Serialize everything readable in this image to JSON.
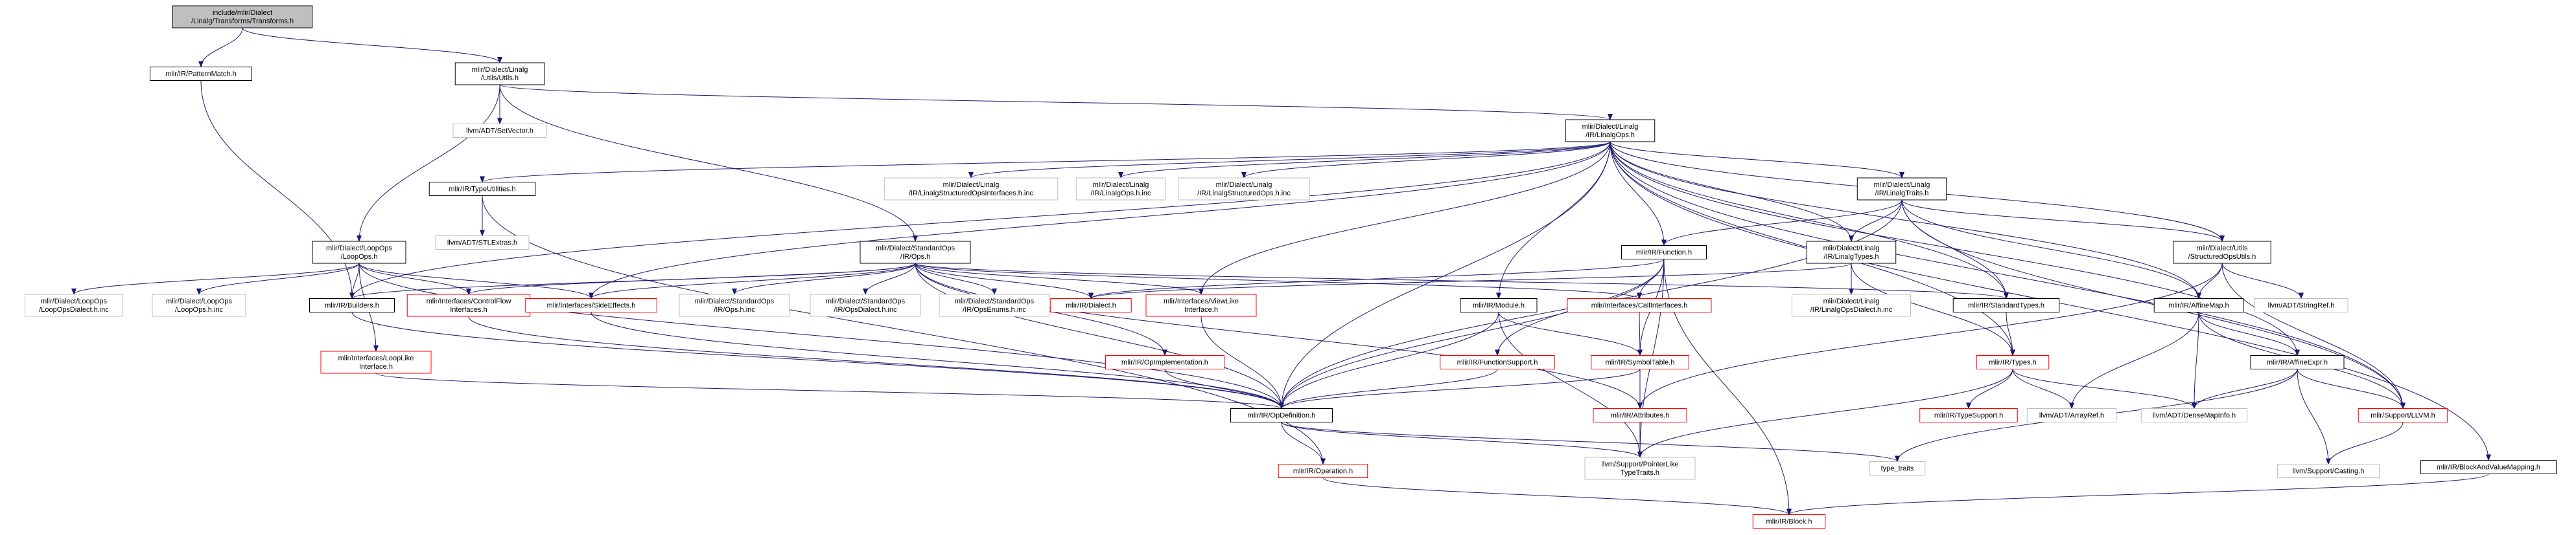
{
  "graph": {
    "colors": {
      "root_fill": "#bfbfbf",
      "node_stroke": "#000000",
      "red_stroke": "#ff0000",
      "gray_stroke": "#bfbfbf",
      "edge": "#191970",
      "text": "#000000"
    },
    "nodes": [
      {
        "id": "transforms",
        "style": "root",
        "lines": [
          "include/mlir/Dialect",
          "/Linalg/Transforms/Transforms.h"
        ]
      },
      {
        "id": "pattern_match",
        "style": "black",
        "lines": [
          "mlir/IR/PatternMatch.h"
        ]
      },
      {
        "id": "linalg_utils",
        "style": "black",
        "lines": [
          "mlir/Dialect/Linalg",
          "/Utils/Utils.h"
        ]
      },
      {
        "id": "setvector",
        "style": "gray",
        "lines": [
          "llvm/ADT/SetVector.h"
        ]
      },
      {
        "id": "linalg_ops",
        "style": "black",
        "lines": [
          "mlir/Dialect/Linalg",
          "/IR/LinalgOps.h"
        ]
      },
      {
        "id": "type_utilities",
        "style": "black",
        "lines": [
          "mlir/IR/TypeUtilities.h"
        ]
      },
      {
        "id": "stl_extras",
        "style": "gray",
        "lines": [
          "llvm/ADT/STLExtras.h"
        ]
      },
      {
        "id": "structured_ops_interfaces_inc",
        "style": "gray",
        "lines": [
          "mlir/Dialect/Linalg",
          "/IR/LinalgStructuredOpsInterfaces.h.inc"
        ]
      },
      {
        "id": "linalg_ops_h_inc",
        "style": "gray",
        "lines": [
          "mlir/Dialect/Linalg",
          "/IR/LinalgOps.h.inc"
        ]
      },
      {
        "id": "structured_ops_h_inc",
        "style": "gray",
        "lines": [
          "mlir/Dialect/Linalg",
          "/IR/LinalgStructuredOps.h.inc"
        ]
      },
      {
        "id": "linalg_traits",
        "style": "black",
        "lines": [
          "mlir/Dialect/Linalg",
          "/IR/LinalgTraits.h"
        ]
      },
      {
        "id": "loop_ops",
        "style": "black",
        "lines": [
          "mlir/Dialect/LoopOps",
          "/LoopOps.h"
        ]
      },
      {
        "id": "std_ops",
        "style": "black",
        "lines": [
          "mlir/Dialect/StandardOps",
          "/IR/Ops.h"
        ]
      },
      {
        "id": "function",
        "style": "black",
        "lines": [
          "mlir/IR/Function.h"
        ]
      },
      {
        "id": "linalg_types",
        "style": "black",
        "lines": [
          "mlir/Dialect/Linalg",
          "/IR/LinalgTypes.h"
        ]
      },
      {
        "id": "structured_ops_utils",
        "style": "black",
        "lines": [
          "mlir/Dialect/Utils",
          "/StructuredOpsUtils.h"
        ]
      },
      {
        "id": "loop_ops_dialect_inc",
        "style": "gray",
        "lines": [
          "mlir/Dialect/LoopOps",
          "/LoopOpsDialect.h.inc"
        ]
      },
      {
        "id": "loop_ops_h_inc",
        "style": "gray",
        "lines": [
          "mlir/Dialect/LoopOps",
          "/LoopOps.h.inc"
        ]
      },
      {
        "id": "builders",
        "style": "black",
        "lines": [
          "mlir/IR/Builders.h"
        ]
      },
      {
        "id": "control_flow_interfaces",
        "style": "red",
        "lines": [
          "mlir/Interfaces/ControlFlow",
          "Interfaces.h"
        ]
      },
      {
        "id": "side_effects",
        "style": "red",
        "lines": [
          "mlir/Interfaces/SideEffects.h"
        ]
      },
      {
        "id": "std_ops_h_inc",
        "style": "gray",
        "lines": [
          "mlir/Dialect/StandardOps",
          "/IR/Ops.h.inc"
        ]
      },
      {
        "id": "std_ops_dialect_inc",
        "style": "gray",
        "lines": [
          "mlir/Dialect/StandardOps",
          "/IR/OpsDialect.h.inc"
        ]
      },
      {
        "id": "std_ops_enums_inc",
        "style": "gray",
        "lines": [
          "mlir/Dialect/StandardOps",
          "/IR/OpsEnums.h.inc"
        ]
      },
      {
        "id": "dialect",
        "style": "red",
        "lines": [
          "mlir/IR/Dialect.h"
        ]
      },
      {
        "id": "view_like_interface",
        "style": "red",
        "lines": [
          "mlir/Interfaces/ViewLike",
          "Interface.h"
        ]
      },
      {
        "id": "module",
        "style": "black",
        "lines": [
          "mlir/IR/Module.h"
        ]
      },
      {
        "id": "call_interfaces",
        "style": "red",
        "lines": [
          "mlir/Interfaces/CallInterfaces.h"
        ]
      },
      {
        "id": "standard_types",
        "style": "black",
        "lines": [
          "mlir/IR/StandardTypes.h"
        ]
      },
      {
        "id": "linalg_ops_dialect_inc",
        "style": "gray",
        "lines": [
          "mlir/Dialect/Linalg",
          "/IR/LinalgOpsDialect.h.inc"
        ]
      },
      {
        "id": "affine_map",
        "style": "black",
        "lines": [
          "mlir/IR/AffineMap.h"
        ]
      },
      {
        "id": "string_ref",
        "style": "gray",
        "lines": [
          "llvm/ADT/StringRef.h"
        ]
      },
      {
        "id": "loop_like_interface",
        "style": "red",
        "lines": [
          "mlir/Interfaces/LoopLike",
          "Interface.h"
        ]
      },
      {
        "id": "op_implementation",
        "style": "red",
        "lines": [
          "mlir/IR/OpImplementation.h"
        ]
      },
      {
        "id": "function_support",
        "style": "red",
        "lines": [
          "mlir/IR/FunctionSupport.h"
        ]
      },
      {
        "id": "symbol_table",
        "style": "red",
        "lines": [
          "mlir/IR/SymbolTable.h"
        ]
      },
      {
        "id": "types",
        "style": "red",
        "lines": [
          "mlir/IR/Types.h"
        ]
      },
      {
        "id": "affine_expr",
        "style": "black",
        "lines": [
          "mlir/IR/AffineExpr.h"
        ]
      },
      {
        "id": "llvm_support",
        "style": "red",
        "lines": [
          "mlir/Support/LLVM.h"
        ]
      },
      {
        "id": "op_definition",
        "style": "black",
        "lines": [
          "mlir/IR/OpDefinition.h"
        ]
      },
      {
        "id": "attributes",
        "style": "red",
        "lines": [
          "mlir/IR/Attributes.h"
        ]
      },
      {
        "id": "type_support",
        "style": "red",
        "lines": [
          "mlir/IR/TypeSupport.h"
        ]
      },
      {
        "id": "array_ref",
        "style": "gray",
        "lines": [
          "llvm/ADT/ArrayRef.h"
        ]
      },
      {
        "id": "dense_map_info",
        "style": "gray",
        "lines": [
          "llvm/ADT/DenseMapInfo.h"
        ]
      },
      {
        "id": "operation",
        "style": "red",
        "lines": [
          "mlir/IR/Operation.h"
        ]
      },
      {
        "id": "pointer_like",
        "style": "gray",
        "lines": [
          "llvm/Support/PointerLike",
          "TypeTraits.h"
        ]
      },
      {
        "id": "type_traits",
        "style": "gray",
        "lines": [
          "type_traits"
        ]
      },
      {
        "id": "casting",
        "style": "gray",
        "lines": [
          "llvm/Support/Casting.h"
        ]
      },
      {
        "id": "block_and_value_mapping",
        "style": "black",
        "lines": [
          "mlir/IR/BlockAndValueMapping.h"
        ]
      },
      {
        "id": "block",
        "style": "red",
        "lines": [
          "mlir/IR/Block.h"
        ]
      }
    ],
    "edges": [
      [
        "transforms",
        "pattern_match"
      ],
      [
        "transforms",
        "linalg_utils"
      ],
      [
        "pattern_match",
        "builders"
      ],
      [
        "linalg_utils",
        "setvector"
      ],
      [
        "linalg_utils",
        "linalg_ops"
      ],
      [
        "linalg_utils",
        "loop_ops"
      ],
      [
        "linalg_utils",
        "std_ops"
      ],
      [
        "linalg_ops",
        "type_utilities"
      ],
      [
        "linalg_ops",
        "structured_ops_interfaces_inc"
      ],
      [
        "linalg_ops",
        "linalg_ops_h_inc"
      ],
      [
        "linalg_ops",
        "structured_ops_h_inc"
      ],
      [
        "linalg_ops",
        "linalg_traits"
      ],
      [
        "linalg_ops",
        "function"
      ],
      [
        "linalg_ops",
        "linalg_types"
      ],
      [
        "linalg_ops",
        "structured_ops_utils"
      ],
      [
        "linalg_ops",
        "module"
      ],
      [
        "linalg_ops",
        "builders"
      ],
      [
        "linalg_ops",
        "side_effects"
      ],
      [
        "linalg_ops",
        "view_like_interface"
      ],
      [
        "linalg_ops",
        "standard_types"
      ],
      [
        "linalg_ops",
        "affine_map"
      ],
      [
        "linalg_ops",
        "affine_expr"
      ],
      [
        "linalg_ops",
        "llvm_support"
      ],
      [
        "linalg_ops",
        "types"
      ],
      [
        "linalg_ops",
        "op_definition"
      ],
      [
        "linalg_ops",
        "block_and_value_mapping"
      ],
      [
        "type_utilities",
        "stl_extras"
      ],
      [
        "type_utilities",
        "operation"
      ],
      [
        "linalg_traits",
        "function"
      ],
      [
        "linalg_traits",
        "linalg_types"
      ],
      [
        "linalg_traits",
        "structured_ops_utils"
      ],
      [
        "linalg_traits",
        "standard_types"
      ],
      [
        "linalg_traits",
        "affine_map"
      ],
      [
        "linalg_traits",
        "llvm_support"
      ],
      [
        "linalg_traits",
        "op_definition"
      ],
      [
        "loop_ops",
        "loop_ops_dialect_inc"
      ],
      [
        "loop_ops",
        "loop_ops_h_inc"
      ],
      [
        "loop_ops",
        "builders"
      ],
      [
        "loop_ops",
        "control_flow_interfaces"
      ],
      [
        "loop_ops",
        "side_effects"
      ],
      [
        "loop_ops",
        "loop_like_interface"
      ],
      [
        "loop_ops",
        "op_definition"
      ],
      [
        "std_ops",
        "builders"
      ],
      [
        "std_ops",
        "control_flow_interfaces"
      ],
      [
        "std_ops",
        "side_effects"
      ],
      [
        "std_ops",
        "std_ops_h_inc"
      ],
      [
        "std_ops",
        "std_ops_dialect_inc"
      ],
      [
        "std_ops",
        "std_ops_enums_inc"
      ],
      [
        "std_ops",
        "dialect"
      ],
      [
        "std_ops",
        "view_like_interface"
      ],
      [
        "std_ops",
        "call_interfaces"
      ],
      [
        "std_ops",
        "standard_types"
      ],
      [
        "std_ops",
        "op_implementation"
      ],
      [
        "std_ops",
        "attributes"
      ],
      [
        "std_ops",
        "op_definition"
      ],
      [
        "function",
        "dialect"
      ],
      [
        "function",
        "call_interfaces"
      ],
      [
        "function",
        "function_support"
      ],
      [
        "function",
        "symbol_table"
      ],
      [
        "function",
        "op_definition"
      ],
      [
        "function",
        "pointer_like"
      ],
      [
        "function",
        "block"
      ],
      [
        "linalg_types",
        "linalg_ops_dialect_inc"
      ],
      [
        "linalg_types",
        "dialect"
      ],
      [
        "linalg_types",
        "types"
      ],
      [
        "structured_ops_utils",
        "affine_map"
      ],
      [
        "structured_ops_utils",
        "string_ref"
      ],
      [
        "structured_ops_utils",
        "llvm_support"
      ],
      [
        "structured_ops_utils",
        "attributes"
      ],
      [
        "builders",
        "op_definition"
      ],
      [
        "control_flow_interfaces",
        "op_definition"
      ],
      [
        "side_effects",
        "op_definition"
      ],
      [
        "view_like_interface",
        "op_definition"
      ],
      [
        "loop_like_interface",
        "op_definition"
      ],
      [
        "op_implementation",
        "op_definition"
      ],
      [
        "function_support",
        "op_definition"
      ],
      [
        "module",
        "symbol_table"
      ],
      [
        "module",
        "op_definition"
      ],
      [
        "module",
        "pointer_like"
      ],
      [
        "call_interfaces",
        "symbol_table"
      ],
      [
        "symbol_table",
        "attributes"
      ],
      [
        "symbol_table",
        "op_definition"
      ],
      [
        "standard_types",
        "types"
      ],
      [
        "affine_map",
        "affine_expr"
      ],
      [
        "affine_map",
        "array_ref"
      ],
      [
        "affine_map",
        "dense_map_info"
      ],
      [
        "affine_map",
        "llvm_support"
      ],
      [
        "affine_expr",
        "dense_map_info"
      ],
      [
        "affine_expr",
        "llvm_support"
      ],
      [
        "affine_expr",
        "casting"
      ],
      [
        "affine_expr",
        "type_traits"
      ],
      [
        "types",
        "type_support"
      ],
      [
        "types",
        "array_ref"
      ],
      [
        "types",
        "dense_map_info"
      ],
      [
        "types",
        "pointer_like"
      ],
      [
        "attributes",
        "pointer_like"
      ],
      [
        "op_definition",
        "operation"
      ],
      [
        "op_definition",
        "pointer_like"
      ],
      [
        "op_definition",
        "type_traits"
      ],
      [
        "llvm_support",
        "casting"
      ],
      [
        "operation",
        "block"
      ],
      [
        "block_and_value_mapping",
        "block"
      ]
    ]
  }
}
